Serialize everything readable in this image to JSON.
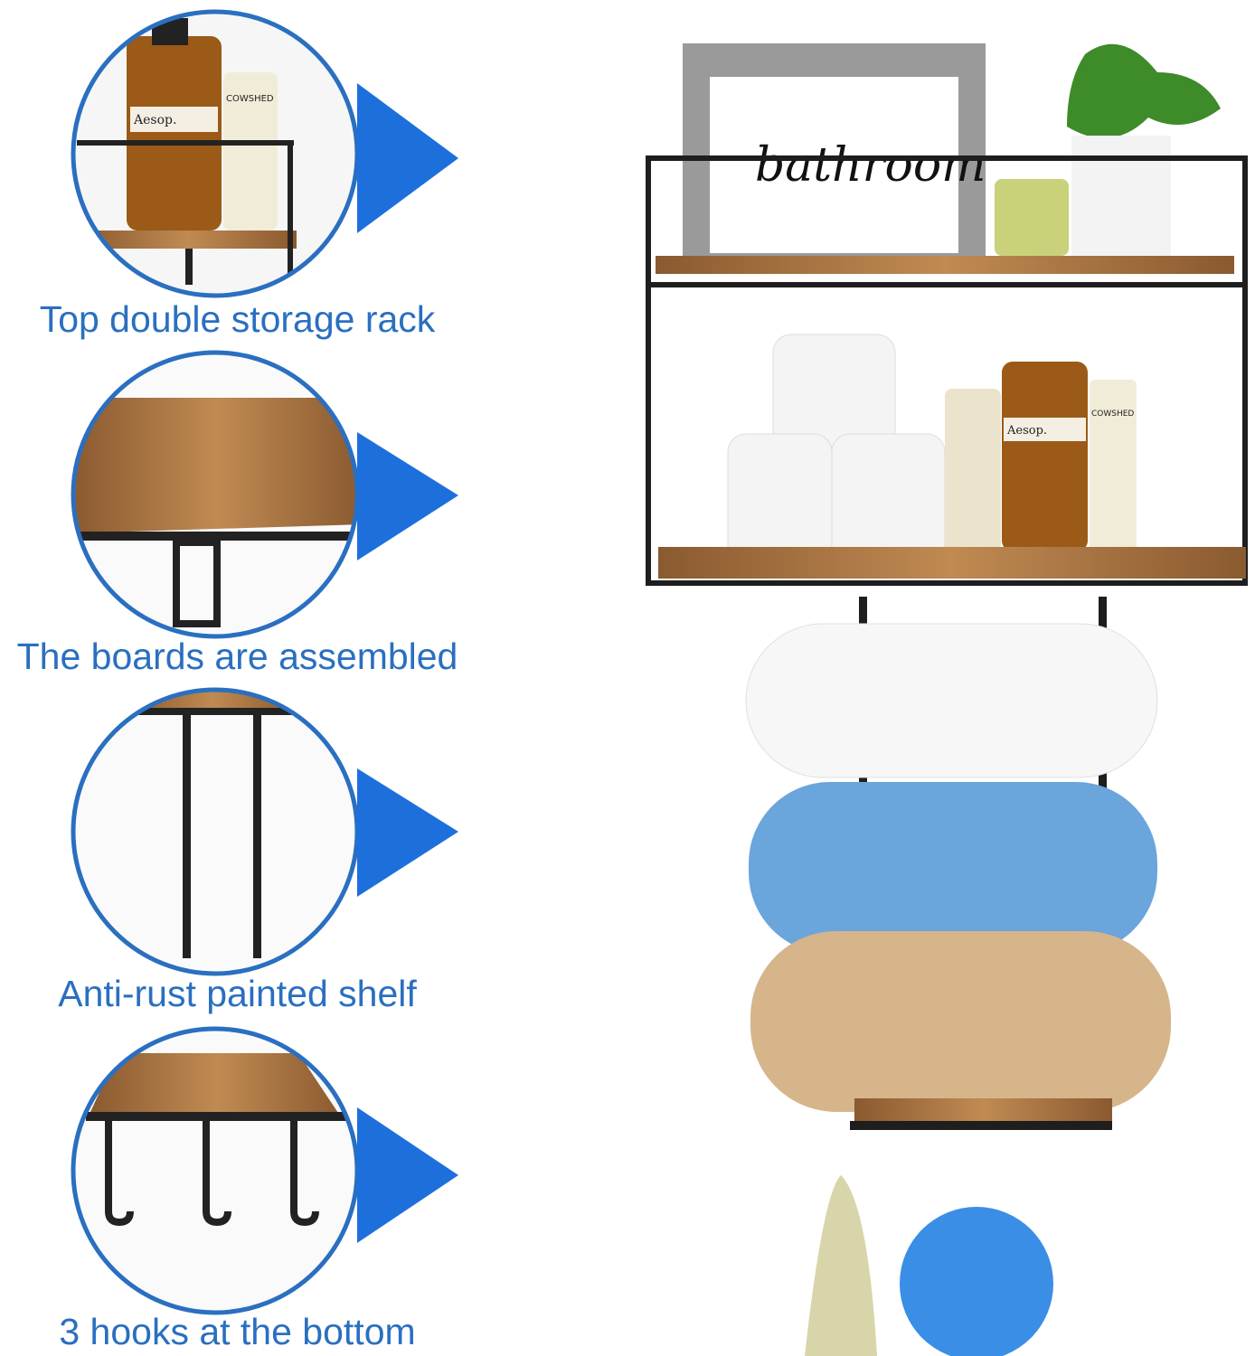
{
  "colors": {
    "label_text": "#2a6fc0",
    "circle_border": "#2a6fc0",
    "pointer": "#1d6fdc",
    "frame": "#1e1e1e",
    "wood": "#b07a45"
  },
  "features": [
    {
      "label": "Top double storage rack",
      "icon": "detail-circle-top-shelf"
    },
    {
      "label": "The boards are assembled",
      "icon": "detail-circle-wood-board"
    },
    {
      "label": "Anti-rust painted shelf",
      "icon": "detail-circle-metal-frame"
    },
    {
      "label": "3 hooks at the bottom",
      "icon": "detail-circle-hooks"
    }
  ],
  "product": {
    "sign_text": "bathroom",
    "bottle_brand": "COWSHED",
    "bottle_brand_2": "Aesop."
  }
}
